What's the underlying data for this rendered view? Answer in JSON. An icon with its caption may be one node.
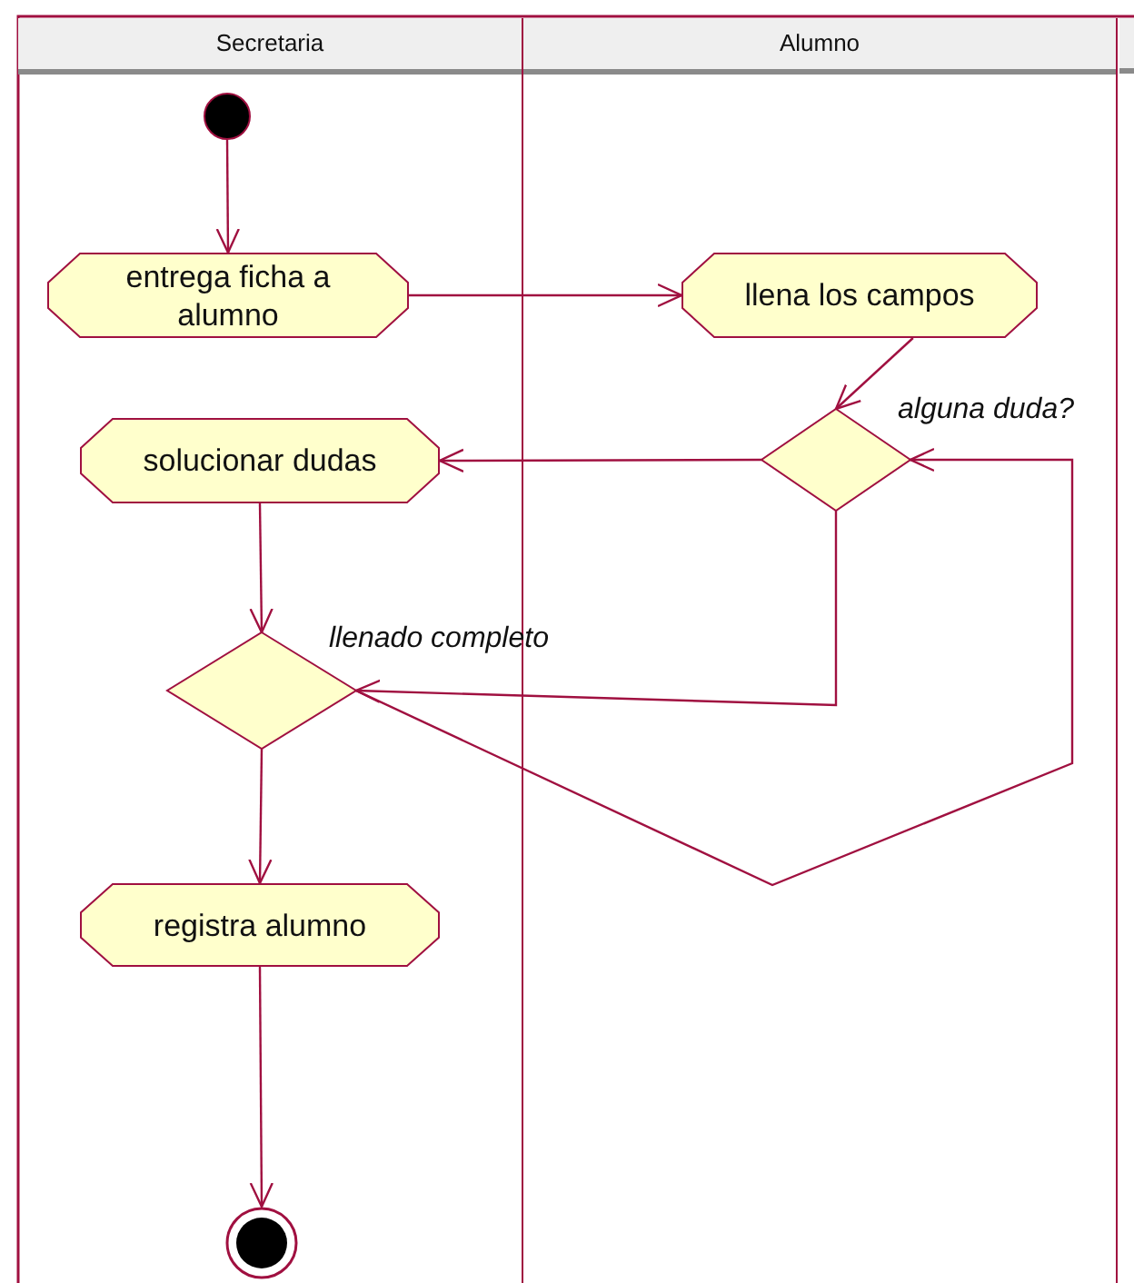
{
  "diagram": {
    "nodes": [
      {
        "text": [
          "Secretaria"
        ]
      },
      {
        "text": [],
        "shape": "circle",
        "in": 0
      },
      {
        "text": [
          "entrega ficha a alumno"
        ],
        "in": 0
      },
      {
        "text": [
          "solucionar dudas"
        ],
        "in": 0
      },
      {
        "text": [],
        "shape": "diamond",
        "in": 0,
        "beside": [
          "llenado completo"
        ]
      },
      {
        "text": [
          "registra alumno"
        ],
        "in": 0
      },
      {
        "text": [],
        "shape": "bullseye",
        "in": 0
      },
      {
        "text": [
          "Alumno"
        ]
      },
      {
        "text": [
          "llena los campos"
        ],
        "in": 7
      },
      {
        "text": [],
        "shape": "diamond",
        "in": 7,
        "beside": [
          "alguna duda?"
        ]
      }
    ],
    "edges": [
      {
        "from": 1,
        "to": 2,
        "arrow": "to"
      },
      {
        "from": 2,
        "to": 8,
        "arrow": "to"
      },
      {
        "from": 8,
        "to": 9,
        "arrow": "to"
      },
      {
        "from": 9,
        "to": 3,
        "arrow": "to"
      },
      {
        "from": 3,
        "to": 4,
        "arrow": "to"
      },
      {
        "from": 9,
        "to": 4,
        "arrow": "to"
      },
      {
        "from": 4,
        "to": 9,
        "arrow": "to"
      },
      {
        "from": 4,
        "to": 5,
        "arrow": "to"
      },
      {
        "from": 5,
        "to": 6,
        "arrow": "to"
      }
    ]
  }
}
